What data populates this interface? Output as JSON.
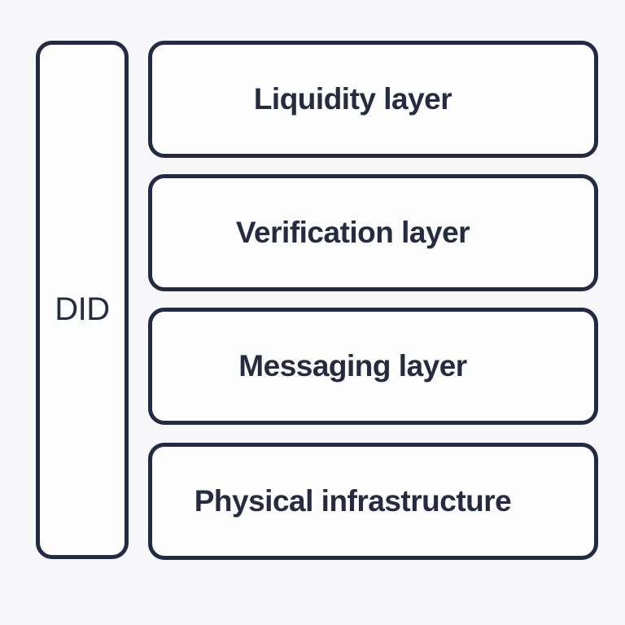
{
  "diagram": {
    "background_color": "#f7f7f9",
    "box_fill_color": "#fdfdfe",
    "border_color": "#232a42",
    "text_color": "#262b40",
    "left_column": {
      "label": "DID"
    },
    "layers": [
      {
        "label": "Liquidity layer"
      },
      {
        "label": "Verification layer"
      },
      {
        "label": "Messaging layer"
      },
      {
        "label": "Physical infrastructure"
      }
    ]
  }
}
